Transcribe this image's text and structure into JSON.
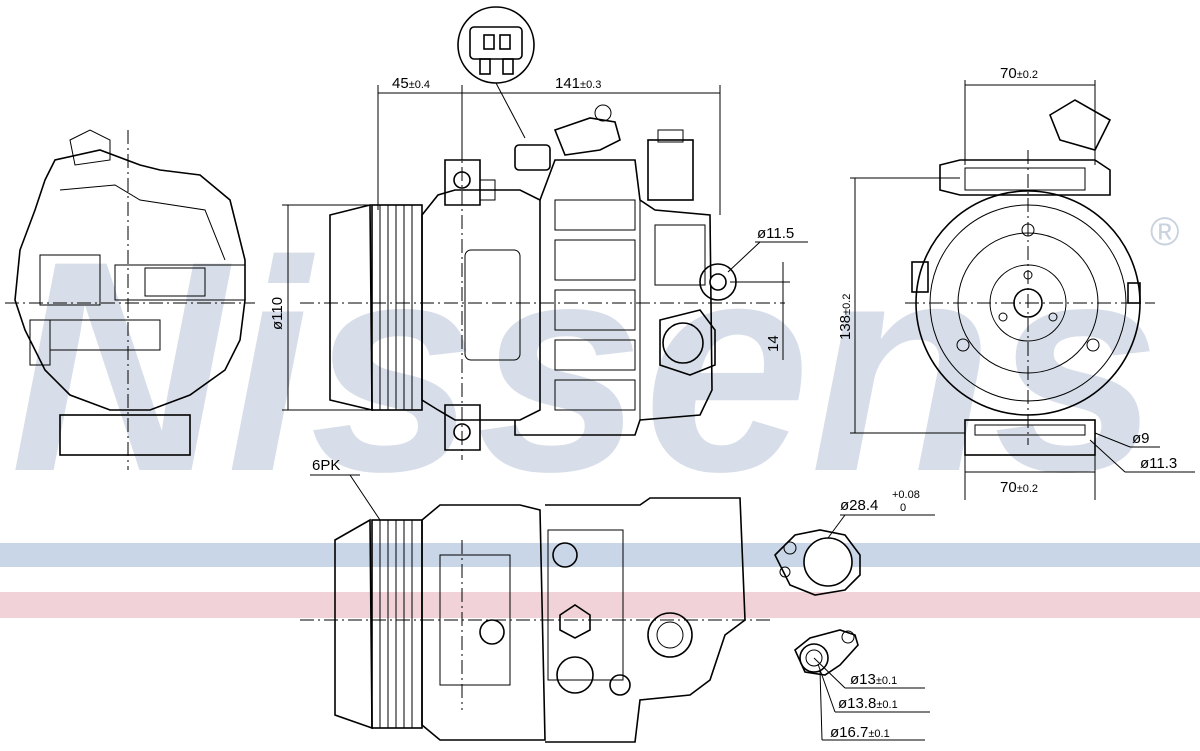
{
  "brand": {
    "watermark": "Nissens",
    "registered_mark": "®"
  },
  "colors": {
    "watermark": "#d8dee9",
    "band_blue": "#c9d6e8",
    "band_red": "#f0d2d8"
  },
  "dimensions": {
    "d45": {
      "value": "45",
      "tol": "±0.4"
    },
    "d141": {
      "value": "141",
      "tol": "±0.3"
    },
    "d110": {
      "value": "ø110"
    },
    "d115": {
      "value": "ø11.5"
    },
    "d14": {
      "value": "14"
    },
    "d138": {
      "value": "138",
      "tol": "±0.2"
    },
    "d70_top": {
      "value": "70",
      "tol": "±0.2"
    },
    "d70_bottom": {
      "value": "70",
      "tol": "±0.2"
    },
    "d9": {
      "value": "ø9"
    },
    "d113": {
      "value": "ø11.3"
    },
    "d284": {
      "value": "ø28.4",
      "tol_upper": "+0.08",
      "tol_lower": "0"
    },
    "d13": {
      "value": "ø13",
      "tol": "±0.1"
    },
    "d138b": {
      "value": "ø13.8",
      "tol": "±0.1"
    },
    "d167": {
      "value": "ø16.7",
      "tol": "±0.1"
    },
    "pulley": {
      "value": "6PK"
    }
  }
}
